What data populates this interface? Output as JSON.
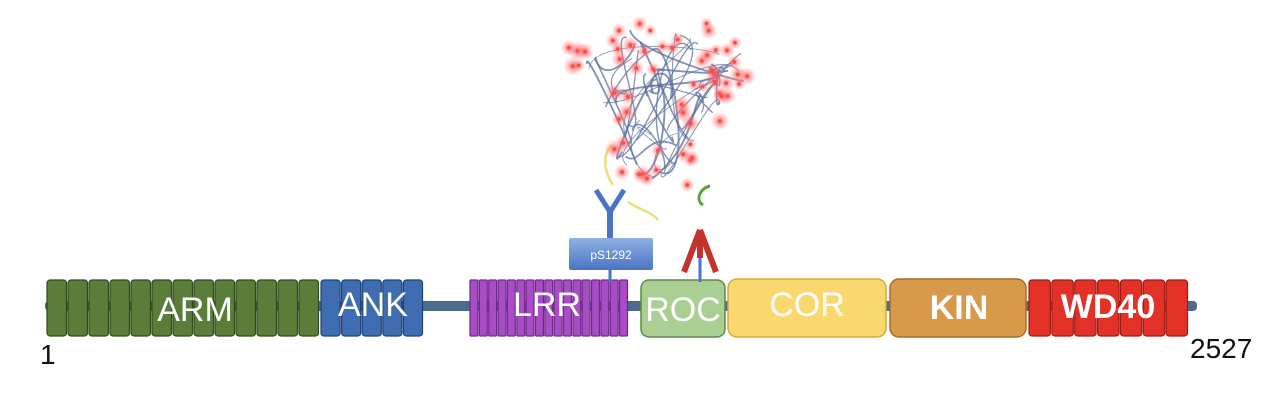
{
  "protein": {
    "start": "1",
    "end": "2527"
  },
  "domains": [
    {
      "label": "ARM",
      "color": "#5a7d3a"
    },
    {
      "label": "ANK",
      "color": "#3e6db2"
    },
    {
      "label": "LRR",
      "color": "#a94cc6"
    },
    {
      "label": "ROC",
      "color": "#a9cf93"
    },
    {
      "label": "COR",
      "color": "#fbd86f"
    },
    {
      "label": "KIN",
      "color": "#d7994a"
    },
    {
      "label": "WD40",
      "color": "#e33128"
    }
  ],
  "antibodies": [
    {
      "label": "pS1292",
      "color": "#4a74c4"
    },
    {
      "label": "",
      "color": "#c2332c"
    }
  ],
  "colors": {
    "backbone": "#4c6a8c",
    "aggregate_fiber": "#5a6f9c",
    "aggregate_dot": "#ff4a4a",
    "linker": "#e8e17a"
  }
}
